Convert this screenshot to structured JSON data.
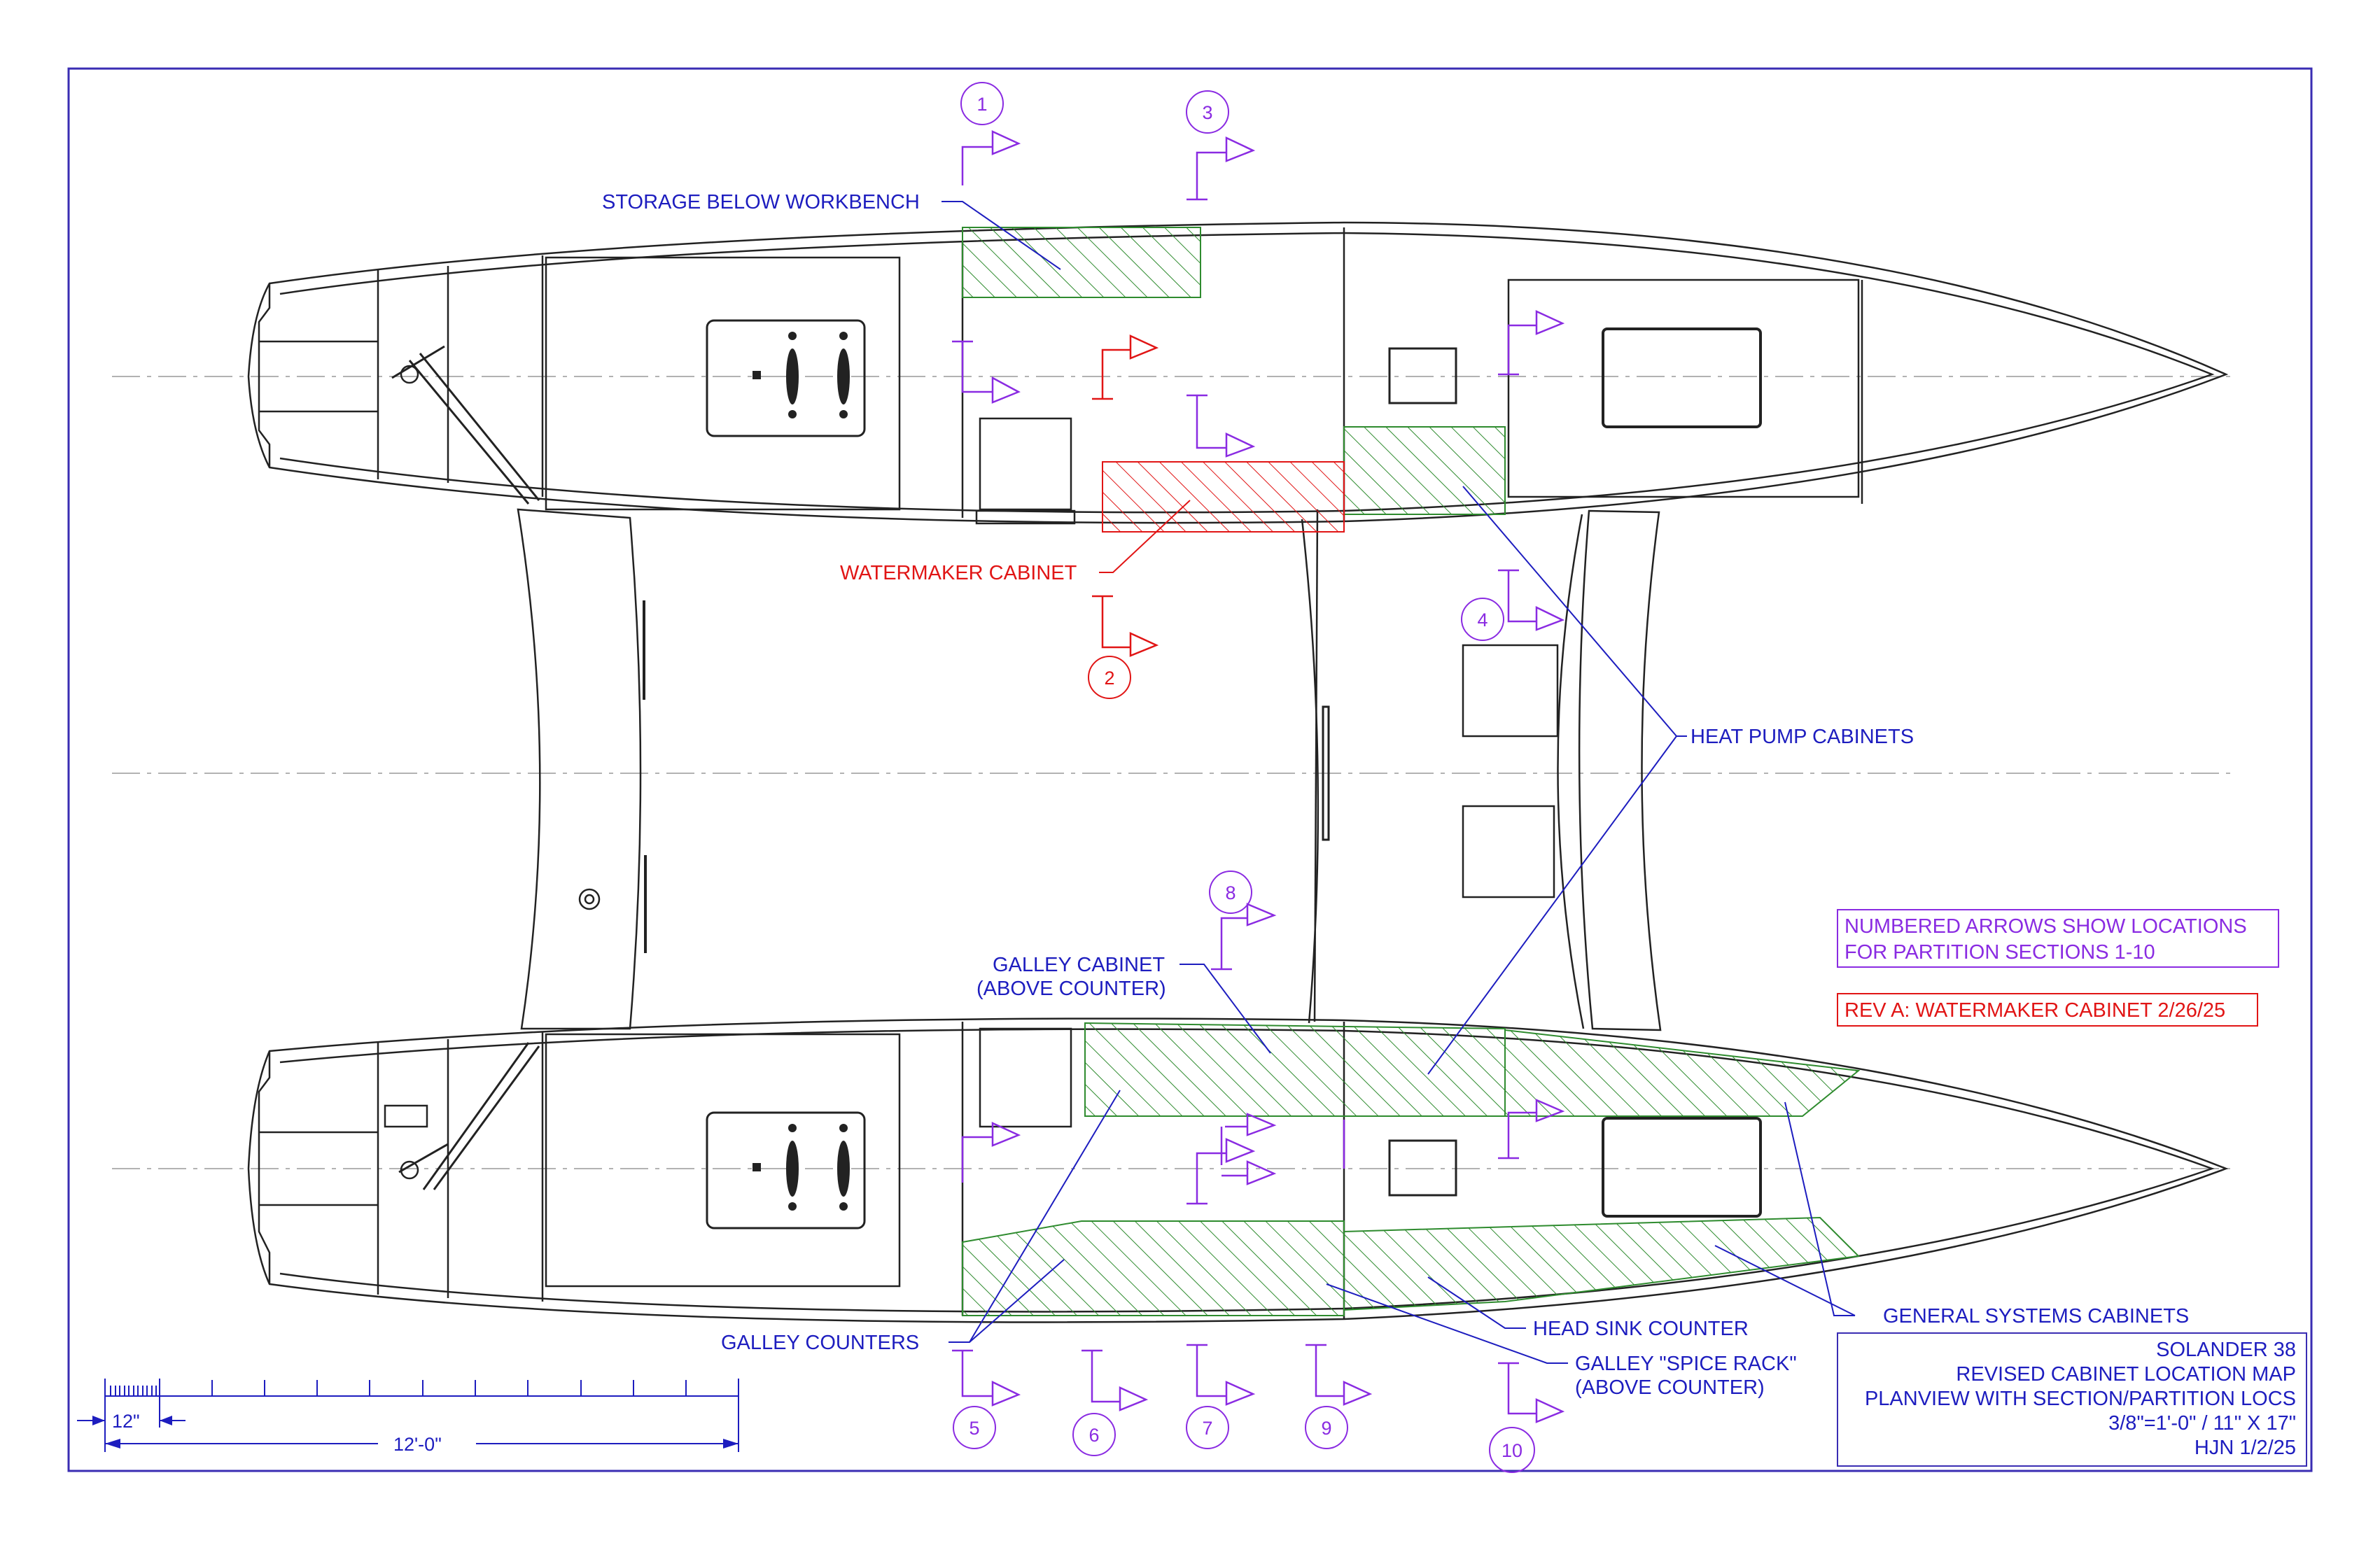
{
  "labels": {
    "storage_below_workbench": "STORAGE BELOW WORKBENCH",
    "watermaker_cabinet": "WATERMAKER CABINET",
    "heat_pump_cabinets": "HEAT PUMP CABINETS",
    "galley_cabinet_line1": "GALLEY CABINET",
    "galley_cabinet_line2": "(ABOVE COUNTER)",
    "galley_counters": "GALLEY COUNTERS",
    "head_sink_counter": "HEAD SINK COUNTER",
    "spice_rack_line1": "GALLEY \"SPICE RACK\"",
    "spice_rack_line2": "(ABOVE COUNTER)",
    "general_systems_cabinets": "GENERAL SYSTEMS CABINETS"
  },
  "notes": {
    "numbered_line1": "NUMBERED ARROWS SHOW LOCATIONS",
    "numbered_line2": "FOR PARTITION SECTIONS 1-10",
    "rev_a": "REV A: WATERMAKER CABINET 2/26/25"
  },
  "title_block": {
    "line1": "SOLANDER 38",
    "line2": "REVISED CABINET LOCATION MAP",
    "line3": "PLANVIEW WITH SECTION/PARTITION LOCS",
    "line4": "3/8\"=1'-0\" / 11\" X 17\"",
    "line5": "HJN 1/2/25"
  },
  "scale_bar": {
    "small_label": "12\"",
    "large_label": "12'-0\""
  },
  "section_markers": [
    "1",
    "2",
    "3",
    "4",
    "5",
    "6",
    "7",
    "8",
    "9",
    "10"
  ],
  "colors": {
    "border": "#3a2db3",
    "label": "#1d1dbf",
    "red": "#e11515",
    "purple": "#8a2be2",
    "hatch_green": "#2e8b2e",
    "linework": "#222222"
  }
}
